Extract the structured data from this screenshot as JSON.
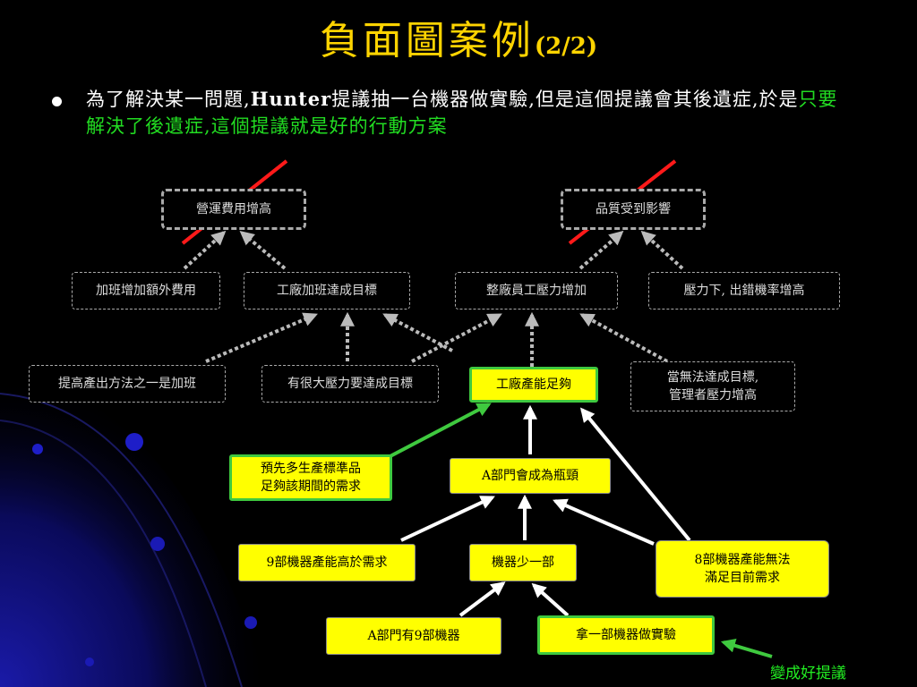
{
  "title": {
    "main": "負面圖案例",
    "page": "(2/2)"
  },
  "bullet": {
    "prefix": "為了解決某一問題,",
    "name": "Hunter",
    "middle": "提議抽一台機器做實驗,但是這個提議會其後遺症,於是",
    "highlight": "只要解決了後遺症,這個提議就是好的行動方案"
  },
  "nodes": {
    "cost_increase": "營運費用增高",
    "quality_affected": "品質受到影響",
    "overtime_cost": "加班增加額外費用",
    "overtime_goal": "工廠加班達成目標",
    "staff_pressure": "整廠員工壓力增加",
    "pressure_errors": "壓力下, 出錯機率增高",
    "overtime_method": "提高產出方法之一是加班",
    "great_pressure": "有很大壓力要達成目標",
    "capacity_enough": "工廠產能足夠",
    "manager_pressure_1": "當無法達成目標,",
    "manager_pressure_2": "管理者壓力增高",
    "prebuild_1": "預先多生產標準品",
    "prebuild_2": "足夠該期間的需求",
    "bottleneck": "A部門會成為瓶頸",
    "nine_capacity": "9部機器產能高於需求",
    "one_less": "機器少一部",
    "eight_capacity_1": "8部機器產能無法",
    "eight_capacity_2": "滿足目前需求",
    "nine_machines": "A部門有9部機器",
    "experiment": "拿一部機器做實驗"
  },
  "note": "變成好提議",
  "colors": {
    "title": "#ffd400",
    "highlight_text": "#22dd22",
    "node_fill": "#ffff00",
    "injection_border": "#3fc93f",
    "cross_out": "#ff1a1a",
    "dashed_arrow": "#bbbbbb",
    "solid_arrow": "#ffffff"
  }
}
